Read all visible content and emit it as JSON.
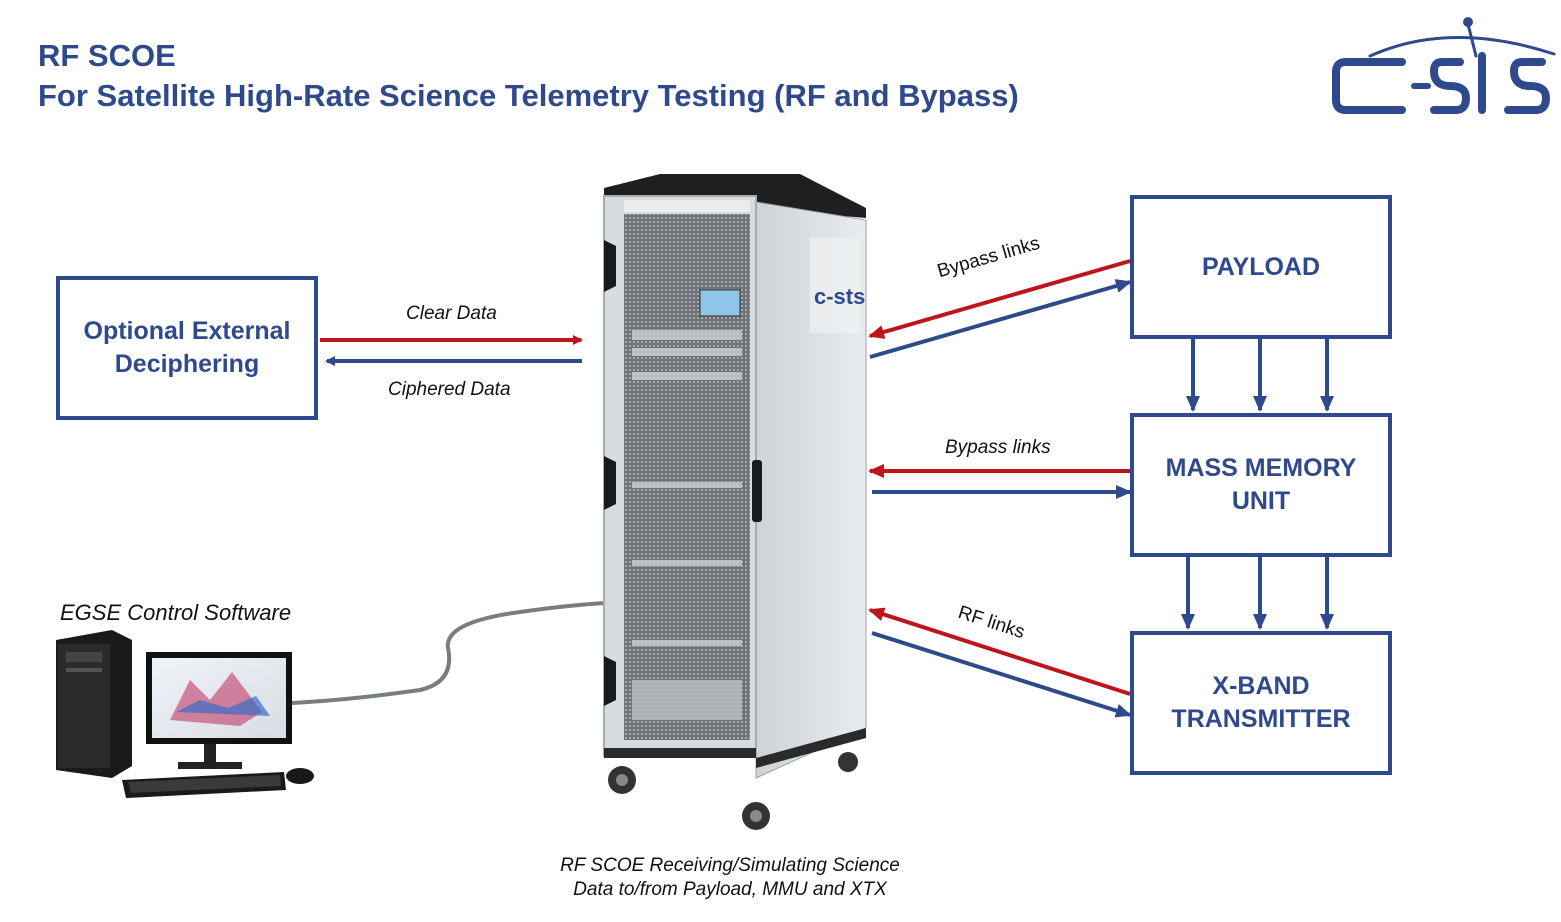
{
  "title": {
    "line1": "RF SCOE",
    "line2": "For Satellite High-Rate Science Telemetry Testing (RF and Bypass)"
  },
  "logo": {
    "text": "c-sts",
    "icon": "c-sts-logo"
  },
  "boxes": {
    "external": "Optional External\nDeciphering",
    "payload": "PAYLOAD",
    "mmu": "MASS MEMORY\nUNIT",
    "xband": "X-BAND\nTRANSMITTER"
  },
  "links": {
    "clear_data": "Clear Data",
    "ciphered_data": "Ciphered Data",
    "bypass_payload": "Bypass links",
    "bypass_mmu": "Bypass links",
    "rf": "RF links"
  },
  "egse": {
    "label": "EGSE Control Software",
    "icon": "workstation-computer-icon"
  },
  "rack": {
    "icon": "rf-scoe-rack-cabinet",
    "logo_text": "c-sts"
  },
  "caption": "RF SCOE Receiving/Simulating Science\nData to/from Payload, MMU and XTX",
  "colors": {
    "blue": "#2e4a8c",
    "red": "#c0141d",
    "frame": "#2e4a8c"
  }
}
